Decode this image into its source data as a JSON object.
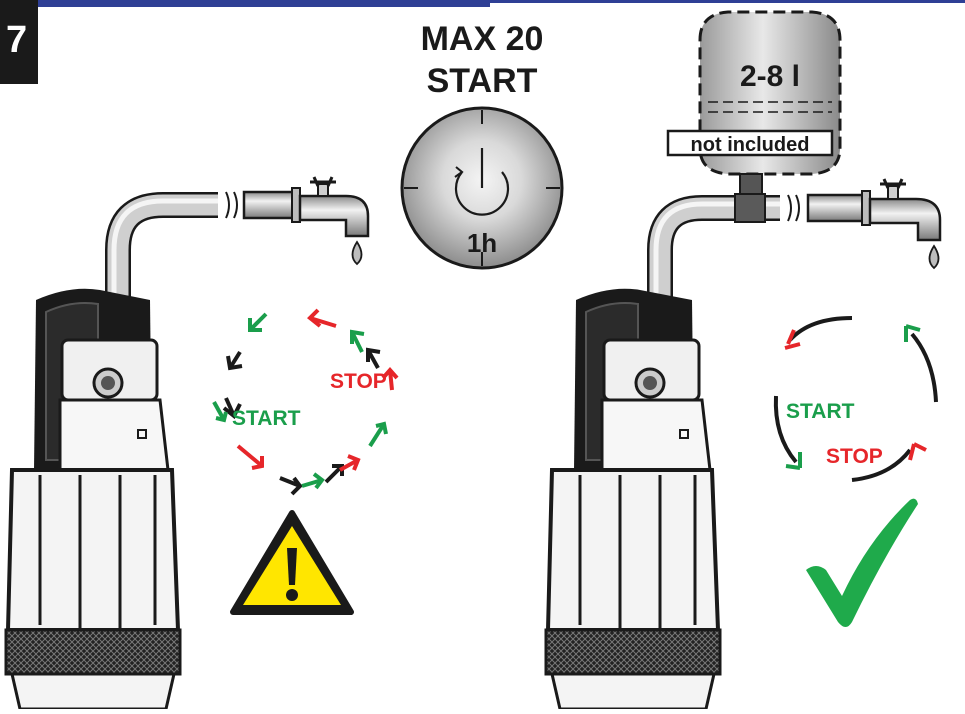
{
  "step_badge": "7",
  "header": {
    "title_line1": "MAX 20",
    "title_line2": "START"
  },
  "timer": {
    "label": "1h",
    "icon": "power-icon"
  },
  "tank": {
    "capacity": "2-8 l",
    "note": "not included"
  },
  "left_cycle": {
    "start_label": "START",
    "stop_label": "STOP"
  },
  "right_cycle": {
    "start_label": "START",
    "stop_label": "STOP"
  },
  "icons": {
    "warning": "warning-icon",
    "check": "check-icon",
    "faucet": "faucet-icon"
  },
  "colors": {
    "red": "#e6262a",
    "green": "#1a9e4b",
    "black": "#1a1a1a",
    "warning_yellow": "#ffe600",
    "check_green": "#1faa4b",
    "bar_blue": "#2f3f95",
    "metal": "#bdbdbd"
  }
}
